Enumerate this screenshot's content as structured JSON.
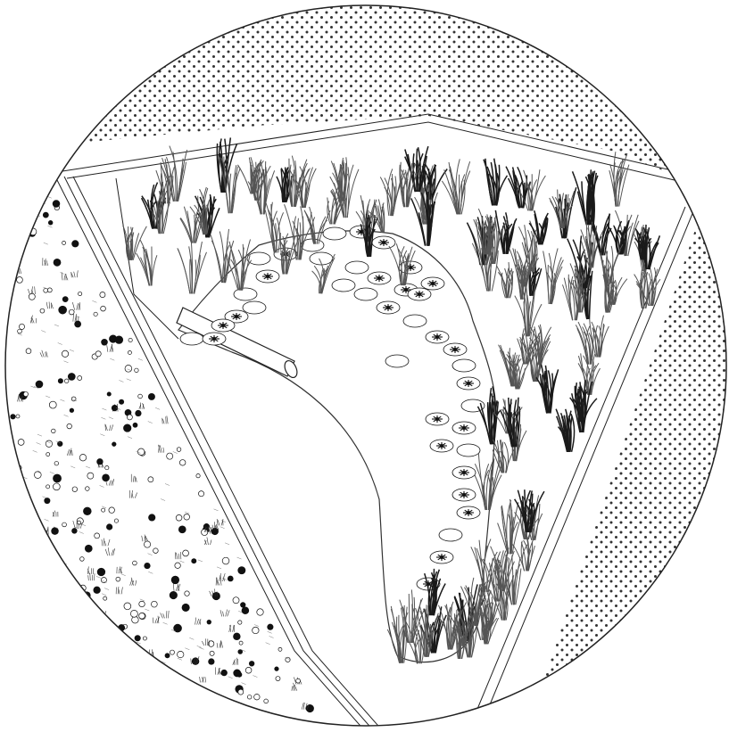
{
  "drawing": {
    "subject": "planting-plan-circular-vignette",
    "palette": {
      "ink": "#111111",
      "paper": "#ffffff",
      "reed_dark": "#1a1a1a",
      "reed_mid": "#555555",
      "stipple": "#333333"
    },
    "elements": {
      "stipple_zones": 2,
      "reed_clumps": 150,
      "lily_pads": 40,
      "lily_flowers": 24,
      "meadow_flowers": 320
    }
  }
}
